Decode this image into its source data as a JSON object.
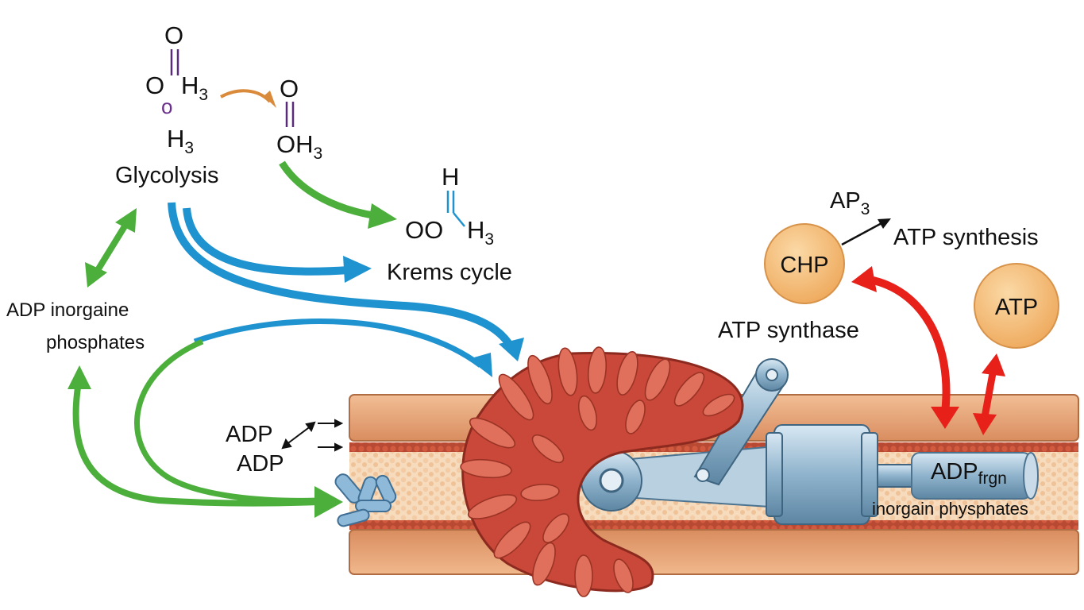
{
  "molecules": {
    "glucose": {
      "top_o": "O",
      "left_o": "O",
      "h3_right": "H",
      "h3_right_sub": "3",
      "small_o": "o",
      "h3_bottom": "H",
      "h3_bottom_sub": "3"
    },
    "pyruvate": {
      "top_o": "O",
      "oh": "OH",
      "oh_sub": "3"
    },
    "acetyl": {
      "top_h": "H",
      "oo": "OO",
      "h3": "H",
      "h3_sub": "3"
    }
  },
  "labels": {
    "glycolysis": "Glycolysis",
    "krebs_cycle": "Krems cycle",
    "adp_inorganic_line1": "ADP inorgaine",
    "adp_inorganic_line2": "phosphates",
    "adp_1": "ADP",
    "adp_2": "ADP",
    "ap3": "AP",
    "ap3_sub": "3",
    "atp_synthesis": "ATP synthesis",
    "chp": "CHP",
    "atp": "ATP",
    "atp_synthase": "ATP synthase",
    "adp_frgn": "ADP",
    "adp_frgn_sub": "frgn",
    "inorgain_phosphates": "inorgain physphates"
  },
  "colors": {
    "green_arrow": "#4caf3c",
    "blue_arrow": "#1e93cf",
    "red_arrow": "#e8201a",
    "orange_arrow": "#d98a3a",
    "membrane": "#e6a57a",
    "membrane_dark": "#c97f52",
    "matrix": "#f6d8b6",
    "mitochondrion": "#c94a3a",
    "circle_fill": "#f7c07a",
    "steel": "#8fb3cc"
  }
}
